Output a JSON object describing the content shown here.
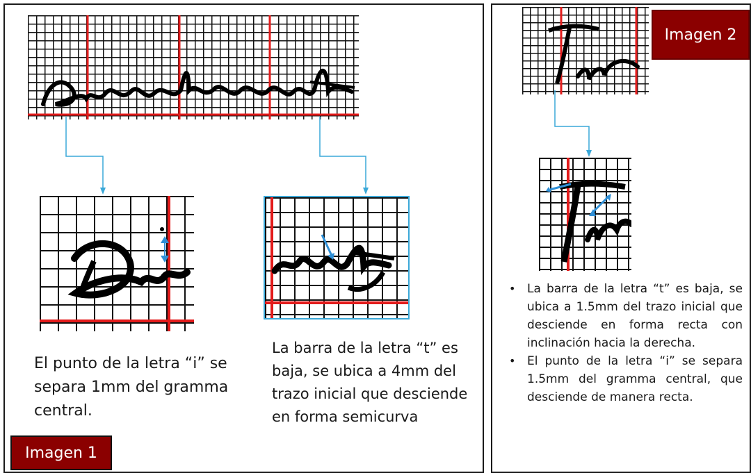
{
  "panel1": {
    "label": "Imagen 1",
    "caption_left": "El punto de la letra “i” se separa 1mm del gramma central.",
    "caption_right": "La barra de la letra “t” es baja, se ubica a 4mm del trazo inicial que desciende en forma semicurva"
  },
  "panel2": {
    "label": "Imagen 2",
    "bullets": [
      "La barra de la letra “t” es baja, se ubica a 1.5mm del trazo inicial que desciende en forma recta con inclinación hacia la derecha.",
      "El punto de la letra “i” se separa 1.5mm del gramma central, que desciende de manera recta."
    ]
  },
  "colors": {
    "label_bg": "#8b0000",
    "grid": "#111111",
    "reference_line": "#e31b1b",
    "connector": "#3aa8d8",
    "measure_arrow": "#2f8fd6"
  }
}
